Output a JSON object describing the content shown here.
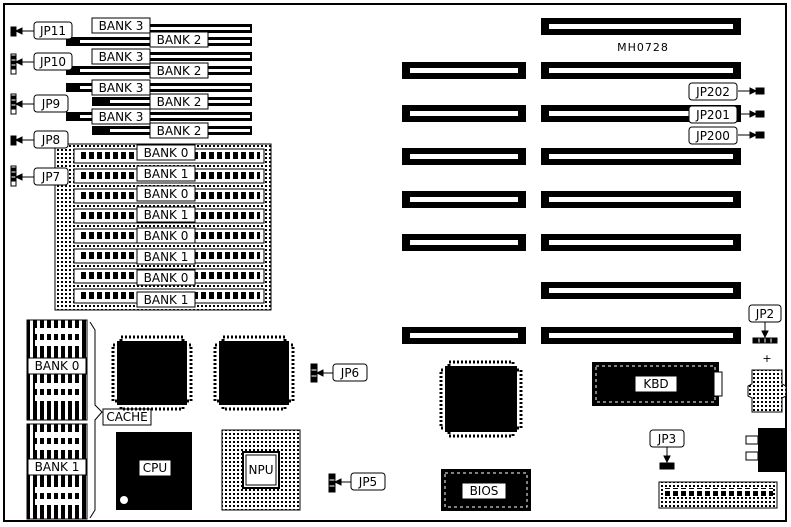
{
  "model": "MH0728",
  "memory_banks": {
    "bank3": "BANK 3",
    "bank2": "BANK 2",
    "bank0": "BANK 0",
    "bank1": "BANK 1"
  },
  "cache": {
    "label": "CACHE",
    "bank0": "BANK 0",
    "bank1": "BANK 1"
  },
  "jumpers": {
    "jp11": "JP11",
    "jp10": "JP10",
    "jp9": "JP9",
    "jp8": "JP8",
    "jp7": "JP7",
    "jp6": "JP6",
    "jp5": "JP5",
    "jp3": "JP3",
    "jp2": "JP2",
    "jp202": "JP202",
    "jp201": "JP201",
    "jp200": "JP200"
  },
  "chips": {
    "cpu": "CPU",
    "npu": "NPU",
    "kbd": "KBD",
    "bios": "BIOS"
  },
  "power_connector_polarity": "+"
}
